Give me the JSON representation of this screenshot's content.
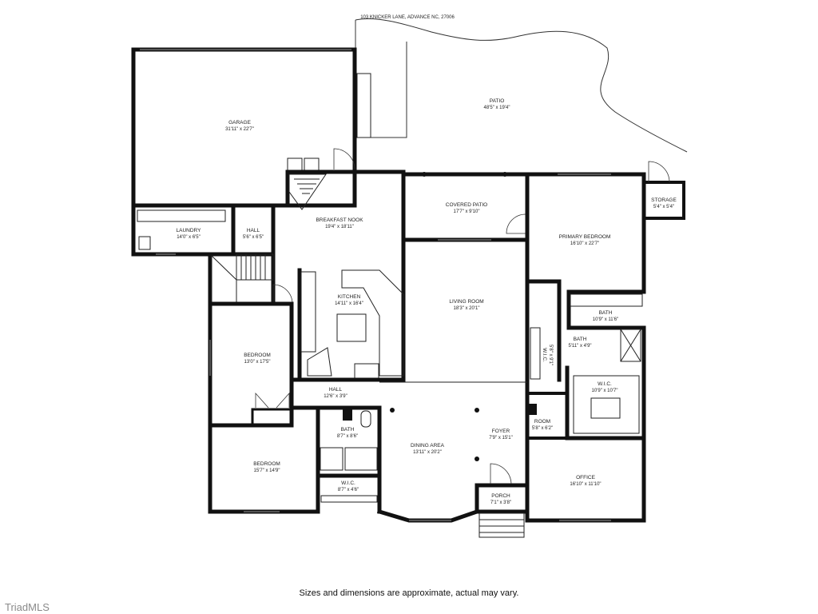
{
  "address": "103 KNICKER LANE, ADVANCE NC, 27006",
  "disclaimer": "Sizes and dimensions are approximate, actual may vary.",
  "watermark": "TriadMLS",
  "rooms": {
    "patio": {
      "name": "PATIO",
      "dim": "48'5\" x 19'4\""
    },
    "garage": {
      "name": "GARAGE",
      "dim": "31'11\" x 22'7\""
    },
    "covered_patio": {
      "name": "COVERED PATIO",
      "dim": "17'7\" x 9'10\""
    },
    "storage": {
      "name": "STORAGE",
      "dim": "5'4\" x 5'4\""
    },
    "breakfast_nook": {
      "name": "BREAKFAST NOOK",
      "dim": "19'4\" x 18'11\""
    },
    "laundry": {
      "name": "LAUNDRY",
      "dim": "14'0\" x 6'5\""
    },
    "hall_upper": {
      "name": "HALL",
      "dim": "5'6\" x 6'5\""
    },
    "primary_bedroom": {
      "name": "PRIMARY BEDROOM",
      "dim": "16'10\" x 22'7\""
    },
    "kitchen": {
      "name": "KITCHEN",
      "dim": "14'11\" x 16'4\""
    },
    "living_room": {
      "name": "LIVING ROOM",
      "dim": "18'3\" x 20'1\""
    },
    "primary_bath": {
      "name": "BATH",
      "dim": "10'9\" x 11'6\""
    },
    "bedroom_1": {
      "name": "BEDROOM",
      "dim": "13'0\" x 17'5\""
    },
    "wic_1": {
      "name": "W.I.C.",
      "dim": "5'8\" x 9'1\""
    },
    "bath_small": {
      "name": "BATH",
      "dim": "5'11\" x 4'9\""
    },
    "wic_2": {
      "name": "W.I.C.",
      "dim": "10'9\" x 10'7\""
    },
    "hall_lower": {
      "name": "HALL",
      "dim": "12'6\" x 3'9\""
    },
    "bath_2": {
      "name": "BATH",
      "dim": "8'7\" x 8'6\""
    },
    "room": {
      "name": "ROOM",
      "dim": "5'8\" x 6'2\""
    },
    "foyer": {
      "name": "FOYER",
      "dim": "7'9\" x 15'1\""
    },
    "dining_area": {
      "name": "DINING AREA",
      "dim": "13'11\" x 20'2\""
    },
    "bedroom_2": {
      "name": "BEDROOM",
      "dim": "15'7\" x 14'9\""
    },
    "wic_3": {
      "name": "W.I.C.",
      "dim": "8'7\" x 4'6\""
    },
    "office": {
      "name": "OFFICE",
      "dim": "16'10\" x 11'10\""
    },
    "porch": {
      "name": "PORCH",
      "dim": "7'1\" x 3'8\""
    }
  }
}
